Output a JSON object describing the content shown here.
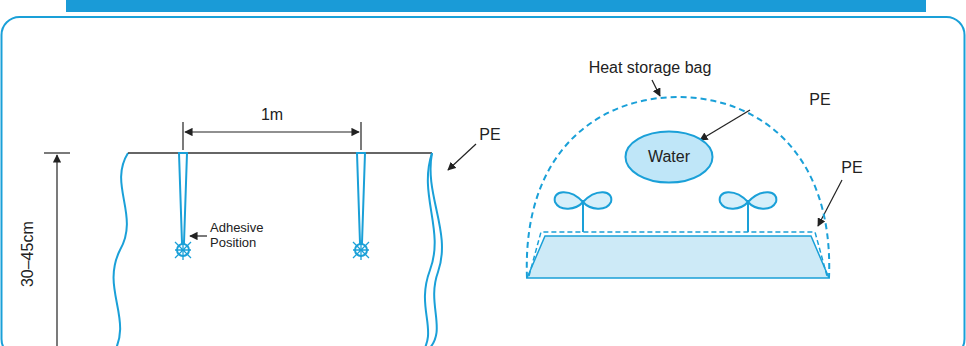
{
  "diagram": {
    "nodes": [
      {
        "text": [
          "Water"
        ]
      }
    ],
    "labels": [
      "1m",
      "30–45cm",
      "Adhesive Position",
      "PE",
      "Heat storage bag",
      "PE",
      "PE"
    ]
  }
}
